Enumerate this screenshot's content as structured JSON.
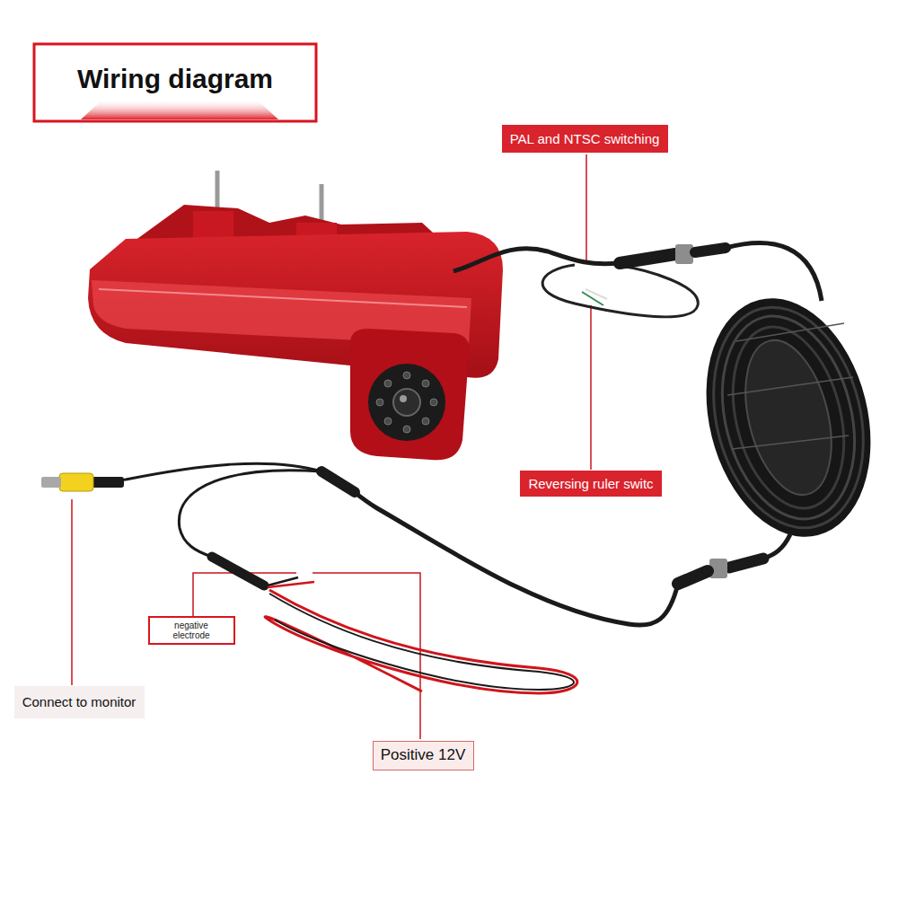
{
  "diagram": {
    "title": "Wiring diagram",
    "nodes": [
      {
        "text": [
          "PAL and NTSC switching"
        ]
      },
      {
        "text": [
          "Reversing ruler switc"
        ]
      },
      {
        "text": [
          "negative electrode"
        ]
      },
      {
        "text": [
          "Connect to monitor"
        ]
      },
      {
        "text": [
          "Positive 12V"
        ]
      }
    ]
  }
}
